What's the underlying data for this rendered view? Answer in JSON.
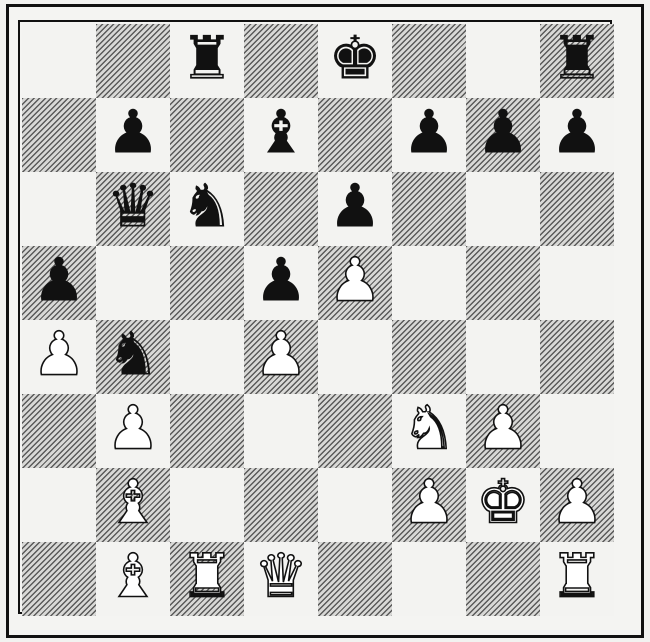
{
  "board": {
    "ranks": [
      [
        "",
        "",
        "bR",
        "",
        "bK",
        "",
        "",
        "bR"
      ],
      [
        "",
        "bP",
        "",
        "bB",
        "",
        "bP",
        "bP",
        "bP"
      ],
      [
        "",
        "bQ",
        "bN",
        "",
        "bP",
        "",
        "",
        ""
      ],
      [
        "bP",
        "",
        "",
        "bP",
        "wP",
        "",
        "",
        ""
      ],
      [
        "wP",
        "bN",
        "",
        "wP",
        "",
        "",
        "",
        ""
      ],
      [
        "",
        "wP",
        "",
        "",
        "",
        "wN",
        "wP",
        ""
      ],
      [
        "",
        "wB",
        "",
        "",
        "",
        "wP",
        "wK",
        "wP"
      ],
      [
        "",
        "wB",
        "wR",
        "wQ",
        "",
        "",
        "",
        "wR"
      ]
    ]
  },
  "glyphs": {
    "K": "♚",
    "Q": "♛",
    "R": "♜",
    "B": "♝",
    "N": "♞",
    "P": "♟"
  },
  "names": {
    "K": "king",
    "Q": "queen",
    "R": "rook",
    "B": "bishop",
    "N": "knight",
    "P": "pawn"
  }
}
